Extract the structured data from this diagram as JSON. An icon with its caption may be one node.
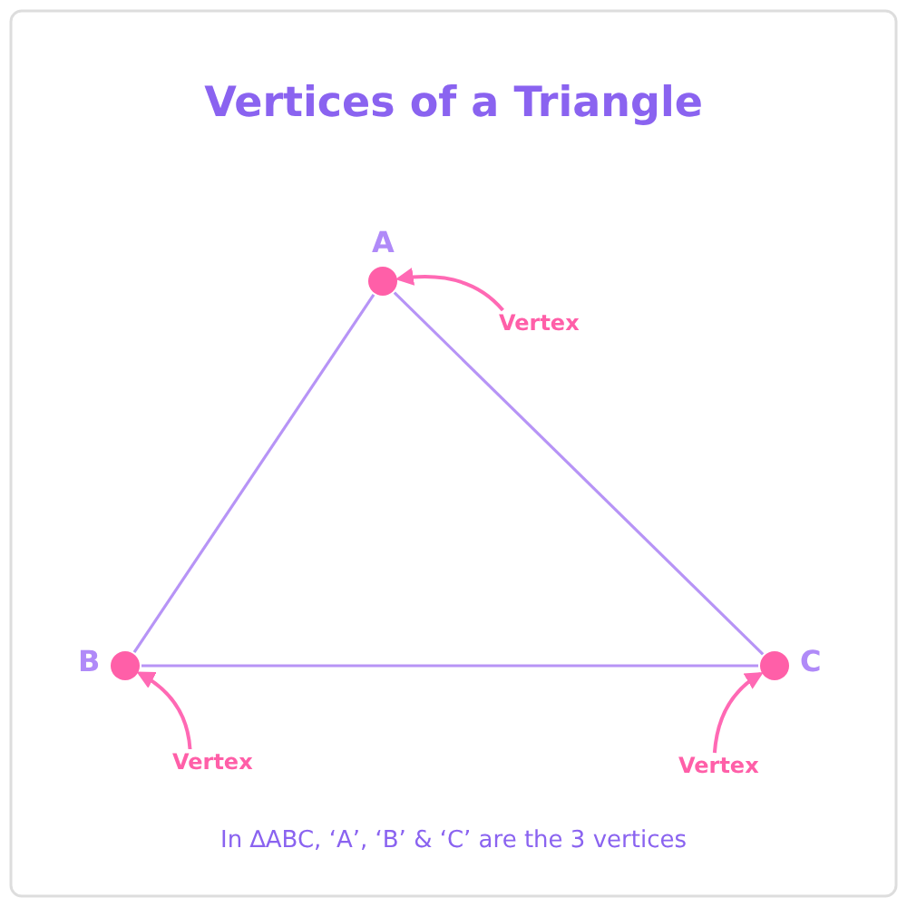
{
  "diagram": {
    "title": "Vertices of  a Triangle",
    "caption": "In ∆ABC, ‘A’, ‘B’ & ‘C’ are the 3 vertices",
    "nodes": [
      {
        "text": [],
        "shape": "circle",
        "beside": [
          "A"
        ]
      },
      {
        "text": [],
        "shape": "circle",
        "beside": [
          "B"
        ]
      },
      {
        "text": [],
        "shape": "circle",
        "beside": [
          "C"
        ]
      },
      {
        "text": [
          "Vertex"
        ]
      },
      {
        "text": [
          "Vertex"
        ]
      },
      {
        "text": [
          "Vertex"
        ]
      }
    ],
    "edges": [
      {
        "from": 0,
        "to": 1,
        "arrow": "none",
        "color": "#b794f6"
      },
      {
        "from": 1,
        "to": 2,
        "arrow": "none",
        "color": "#b794f6"
      },
      {
        "from": 2,
        "to": 0,
        "arrow": "none",
        "color": "#b794f6"
      },
      {
        "from": 3,
        "to": 0,
        "arrow": "to",
        "color": "#ff69b4"
      },
      {
        "from": 4,
        "to": 1,
        "arrow": "to",
        "color": "#ff69b4"
      },
      {
        "from": 5,
        "to": 2,
        "arrow": "to",
        "color": "#ff69b4"
      }
    ]
  }
}
